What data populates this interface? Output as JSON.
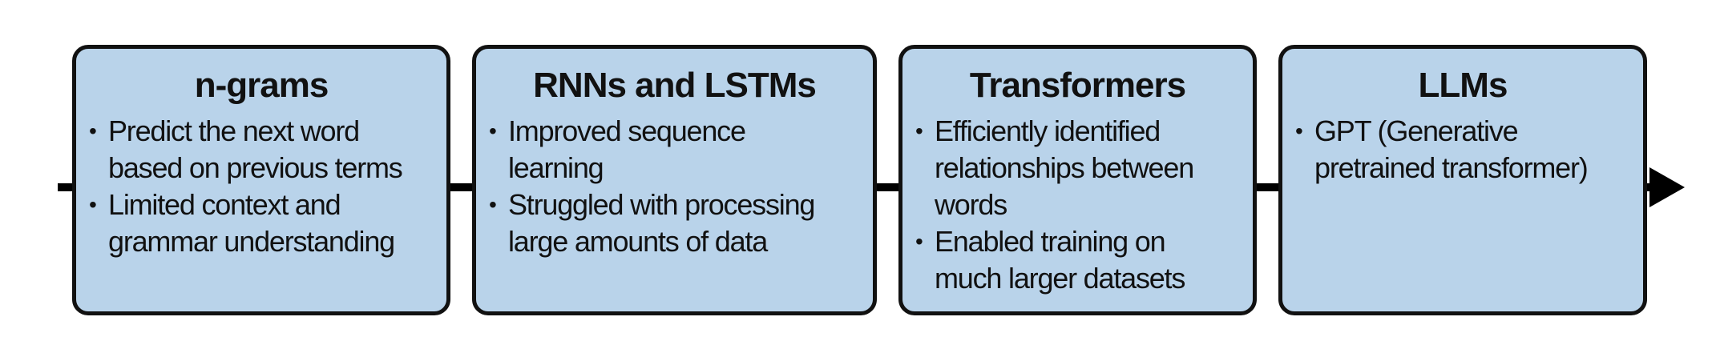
{
  "diagram": {
    "stages": [
      {
        "title": "n-grams",
        "bullets": [
          [
            "Predict the next word",
            "based on previous terms"
          ],
          [
            "Limited context and",
            "grammar understanding"
          ]
        ]
      },
      {
        "title": "RNNs and LSTMs",
        "bullets": [
          [
            "Improved sequence",
            "learning"
          ],
          [
            "Struggled with processing",
            "large amounts of data"
          ]
        ]
      },
      {
        "title": "Transformers",
        "bullets": [
          [
            "Efficiently identified",
            "relationships between",
            "words"
          ],
          [
            "Enabled training on",
            "much larger datasets"
          ]
        ]
      },
      {
        "title": "LLMs",
        "bullets": [
          [
            "GPT (Generative",
            "pretrained transformer)"
          ]
        ]
      }
    ],
    "colors": {
      "box_fill": "#b9d3ea",
      "box_border": "#111111",
      "line": "#000000",
      "text": "#111111"
    },
    "icons": {
      "timeline_end": "arrow-right-icon"
    }
  }
}
